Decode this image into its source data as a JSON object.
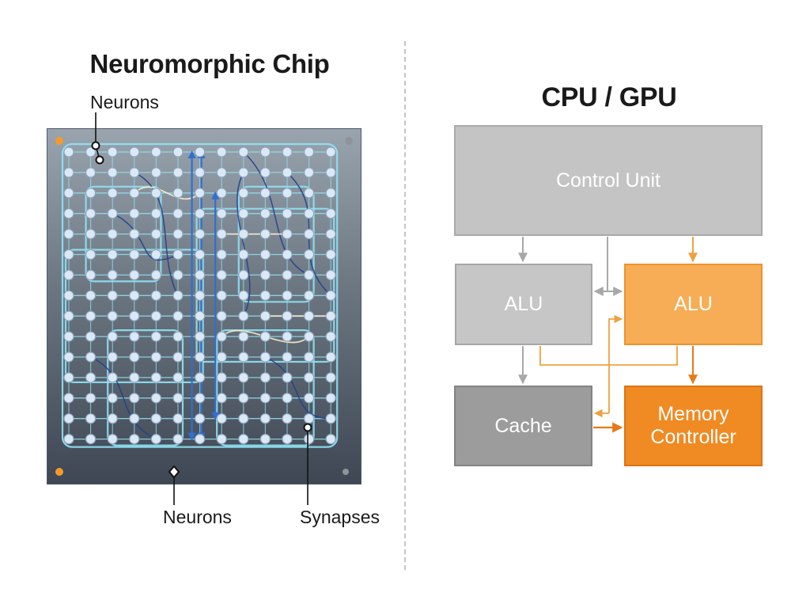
{
  "left_panel": {
    "title": "Neuromorphic Chip",
    "callouts": {
      "neurons_top": "Neurons",
      "neurons_bottom": "Neurons",
      "synapses": "Synapses"
    },
    "grid": {
      "columns": 13,
      "rows": 15
    },
    "colors": {
      "neuron_fill": "#dbe8f5",
      "connection_light": "#8fe3f5",
      "connection_dark": "#1f3f8f",
      "signal_blue": "#2f6fd0",
      "signal_cream": "#f4ebc8",
      "corner_orange": "#f39a2b",
      "corner_gray": "#8d949b"
    }
  },
  "right_panel": {
    "title": "CPU / GPU",
    "blocks": {
      "control_unit": "Control Unit",
      "alu_gray": "ALU",
      "alu_orange": "ALU",
      "cache": "Cache",
      "memory_controller": "Memory\nController"
    },
    "colors": {
      "gray_arrow": "#a8a8a8",
      "orange_arrow": "#f0a040",
      "dark_orange_arrow": "#e57a18"
    }
  }
}
